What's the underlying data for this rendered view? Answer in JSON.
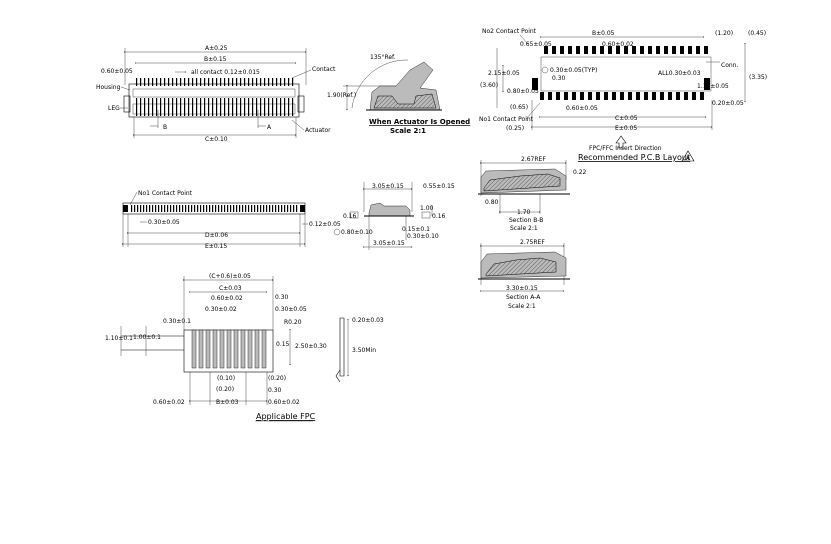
{
  "front_view": {
    "dim_a": "A±0.25",
    "dim_b": "B±0.15",
    "pitch": "0.60±0.05",
    "all_contact": "all contact 0.12±0.015",
    "contact": "Contact",
    "housing": "Housing",
    "leg": "LEG",
    "actuator": "Actuator",
    "section_b": "B",
    "section_a": "A",
    "dim_c": "C±0.10"
  },
  "side_view": {
    "angle": "135°Ref.",
    "height": "1.90(Ref.)",
    "caption": "When Actuator Is Opened",
    "scale": "Scale 2:1"
  },
  "bottom_view": {
    "no1": "No1 Contact Point",
    "pitch": "0.30±0.05",
    "right": "0.12±0.05",
    "dim_d": "D±0.06",
    "dim_e": "E±0.15"
  },
  "profile_view": {
    "d1": "3.05±0.15",
    "d2": "0.55±0.15",
    "d3": "1.00",
    "flat1": "0.16",
    "flat2": "0.16",
    "circ": "0.80±0.10",
    "d4": "0.15±0.1",
    "d5": "0.30±0.10",
    "d6": "3.05±0.15"
  },
  "fpc": {
    "top": "(C+0.6)±0.05",
    "c": "C±0.03",
    "d060": "0.60±0.02",
    "d030a": "0.30±0.02",
    "d030r": "0.30",
    "d030r2": "0.30±0.05",
    "d030l": "0.30±0.1",
    "d110": "1.10±0.1",
    "d100": "1.00±0.1",
    "r020": "R0.20",
    "d015": "0.15",
    "d250": "2.50±0.30",
    "d010": "(0.10)",
    "d020a": "(0.20)",
    "d020b": "(0.20)",
    "d030b": "0.30",
    "d060l": "0.60±0.02",
    "b": "B±0.03",
    "d060r": "0.60±0.02",
    "thick": "0.20±0.03",
    "min": "3.50Min",
    "caption": "Applicable   FPC"
  },
  "pcb": {
    "no2": "No2 Contact Point",
    "d065": "0.65±0.05",
    "b": "B±0.05",
    "d120": "(1.20)",
    "d045": "(0.45)",
    "d060": "0.60±0.02",
    "d215": "2.15±0.05",
    "d030": "0.30±0.05(TYP)",
    "d030b": "0.30",
    "all": "ALL0.30±0.03",
    "conn": "Conn.",
    "d335": "(3.35)",
    "d360": "(3.60)",
    "d080": "0.80±0.05",
    "d065b": "(0.65)",
    "d060b": "0.60±0.05",
    "d115": "1.15±0.05",
    "d020": "0.20±0.05",
    "no1": "No1 Contact Point",
    "d025": "(0.25)",
    "c": "C±0.05",
    "e": "E±0.05",
    "insert": "FPC/FFC Insert Direction",
    "title": "Recommended P.C.B Layout"
  },
  "section_bb": {
    "ref": "2.67REF",
    "d022": "0.22",
    "d080": "0.80",
    "d170": "1.70",
    "name": "Section B-B",
    "scale": "Scale 2:1"
  },
  "section_aa": {
    "ref": "2.75REF",
    "d330": "3.30±0.15",
    "name": "Section A-A",
    "scale": "Scale 2:1"
  }
}
